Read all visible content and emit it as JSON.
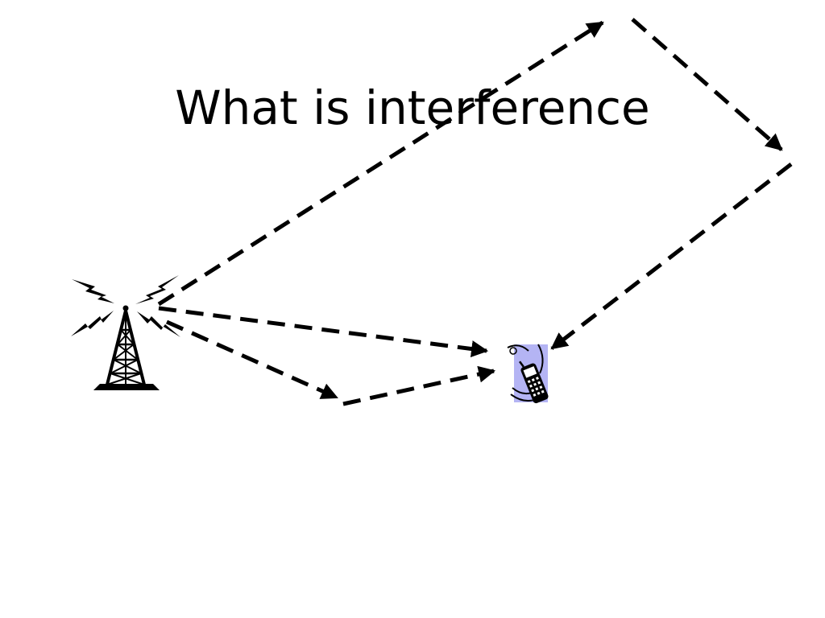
{
  "slide": {
    "title": "What is interference"
  },
  "diagram": {
    "transmitter_icon": "radio-tower-icon",
    "receiver_icon": "mobile-phone-icon",
    "signal_paths": [
      "direct",
      "ground-reflected",
      "long-reflected"
    ],
    "colors": {
      "line": "#000000",
      "phone_glow": "#b4b4f4"
    }
  }
}
